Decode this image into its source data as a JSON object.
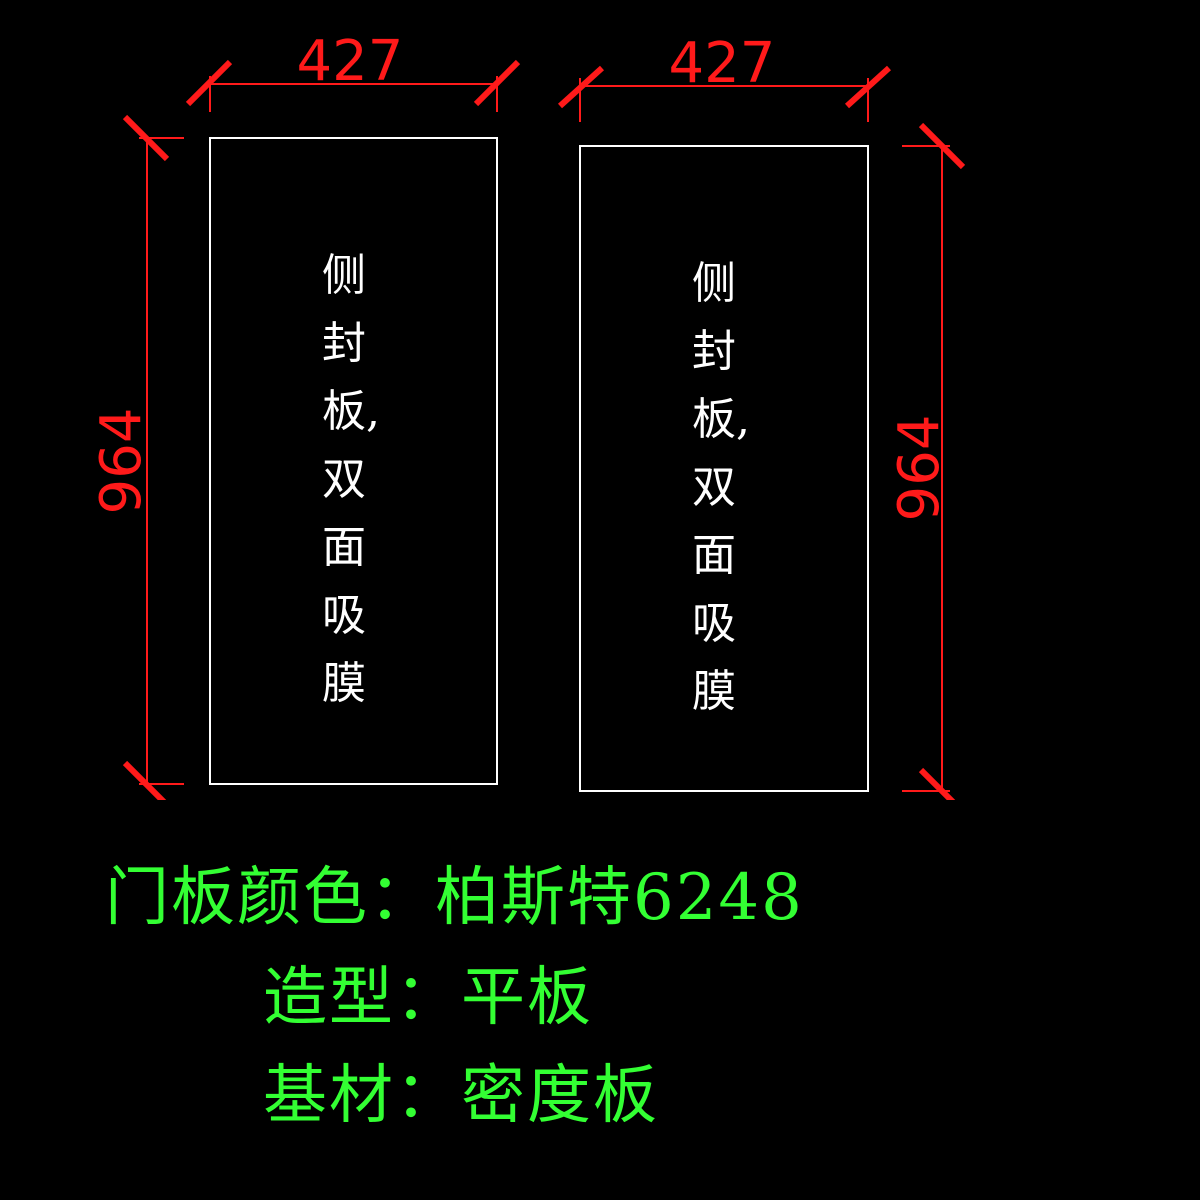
{
  "drawing": {
    "colors": {
      "dimension": "#ff1a1a",
      "outline": "#ffffff",
      "spec": "#33ff33",
      "background": "#000000"
    },
    "panels": [
      {
        "width_label": "427",
        "height_label": "964",
        "label_chars": [
          "侧",
          "封",
          "板,",
          "双",
          "面",
          "吸",
          "膜"
        ]
      },
      {
        "width_label": "427",
        "height_label": "964",
        "label_chars": [
          "侧",
          "封",
          "板,",
          "双",
          "面",
          "吸",
          "膜"
        ]
      }
    ]
  },
  "specs": {
    "color_line": "门板颜色：柏斯特6248",
    "style_line": "造型：平板",
    "material_line": "基材：密度板"
  }
}
